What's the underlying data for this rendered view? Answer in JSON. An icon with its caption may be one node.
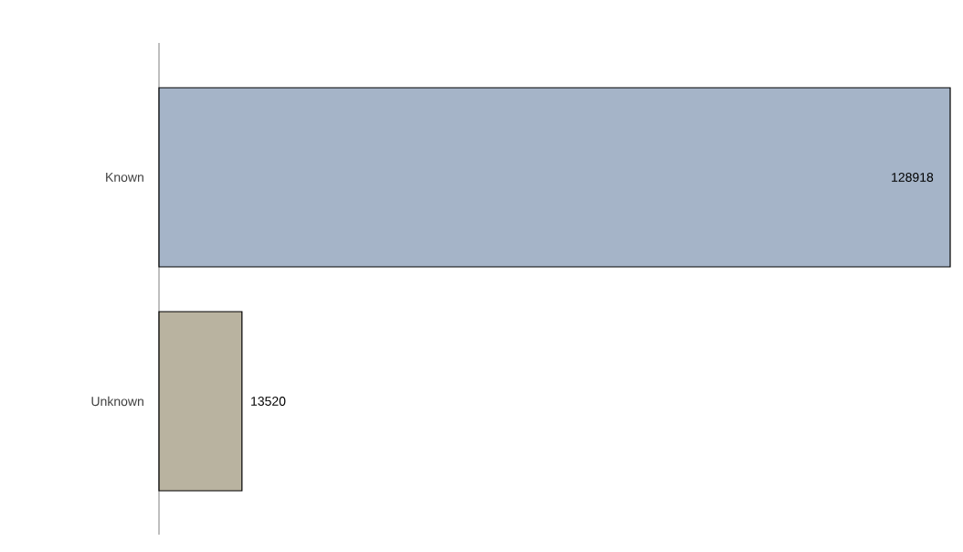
{
  "diagram": {
    "chart_data": {
      "type": "bar",
      "orientation": "horizontal",
      "categories": [
        "Known",
        "Unknown"
      ],
      "data_labels": true,
      "value_labels": [
        "128918",
        "13520"
      ],
      "series": [
        {
          "color": "#a5b4c8",
          "colors": [
            null,
            "#b9b3a0"
          ],
          "values": [
            128918,
            13520
          ]
        }
      ]
    }
  }
}
